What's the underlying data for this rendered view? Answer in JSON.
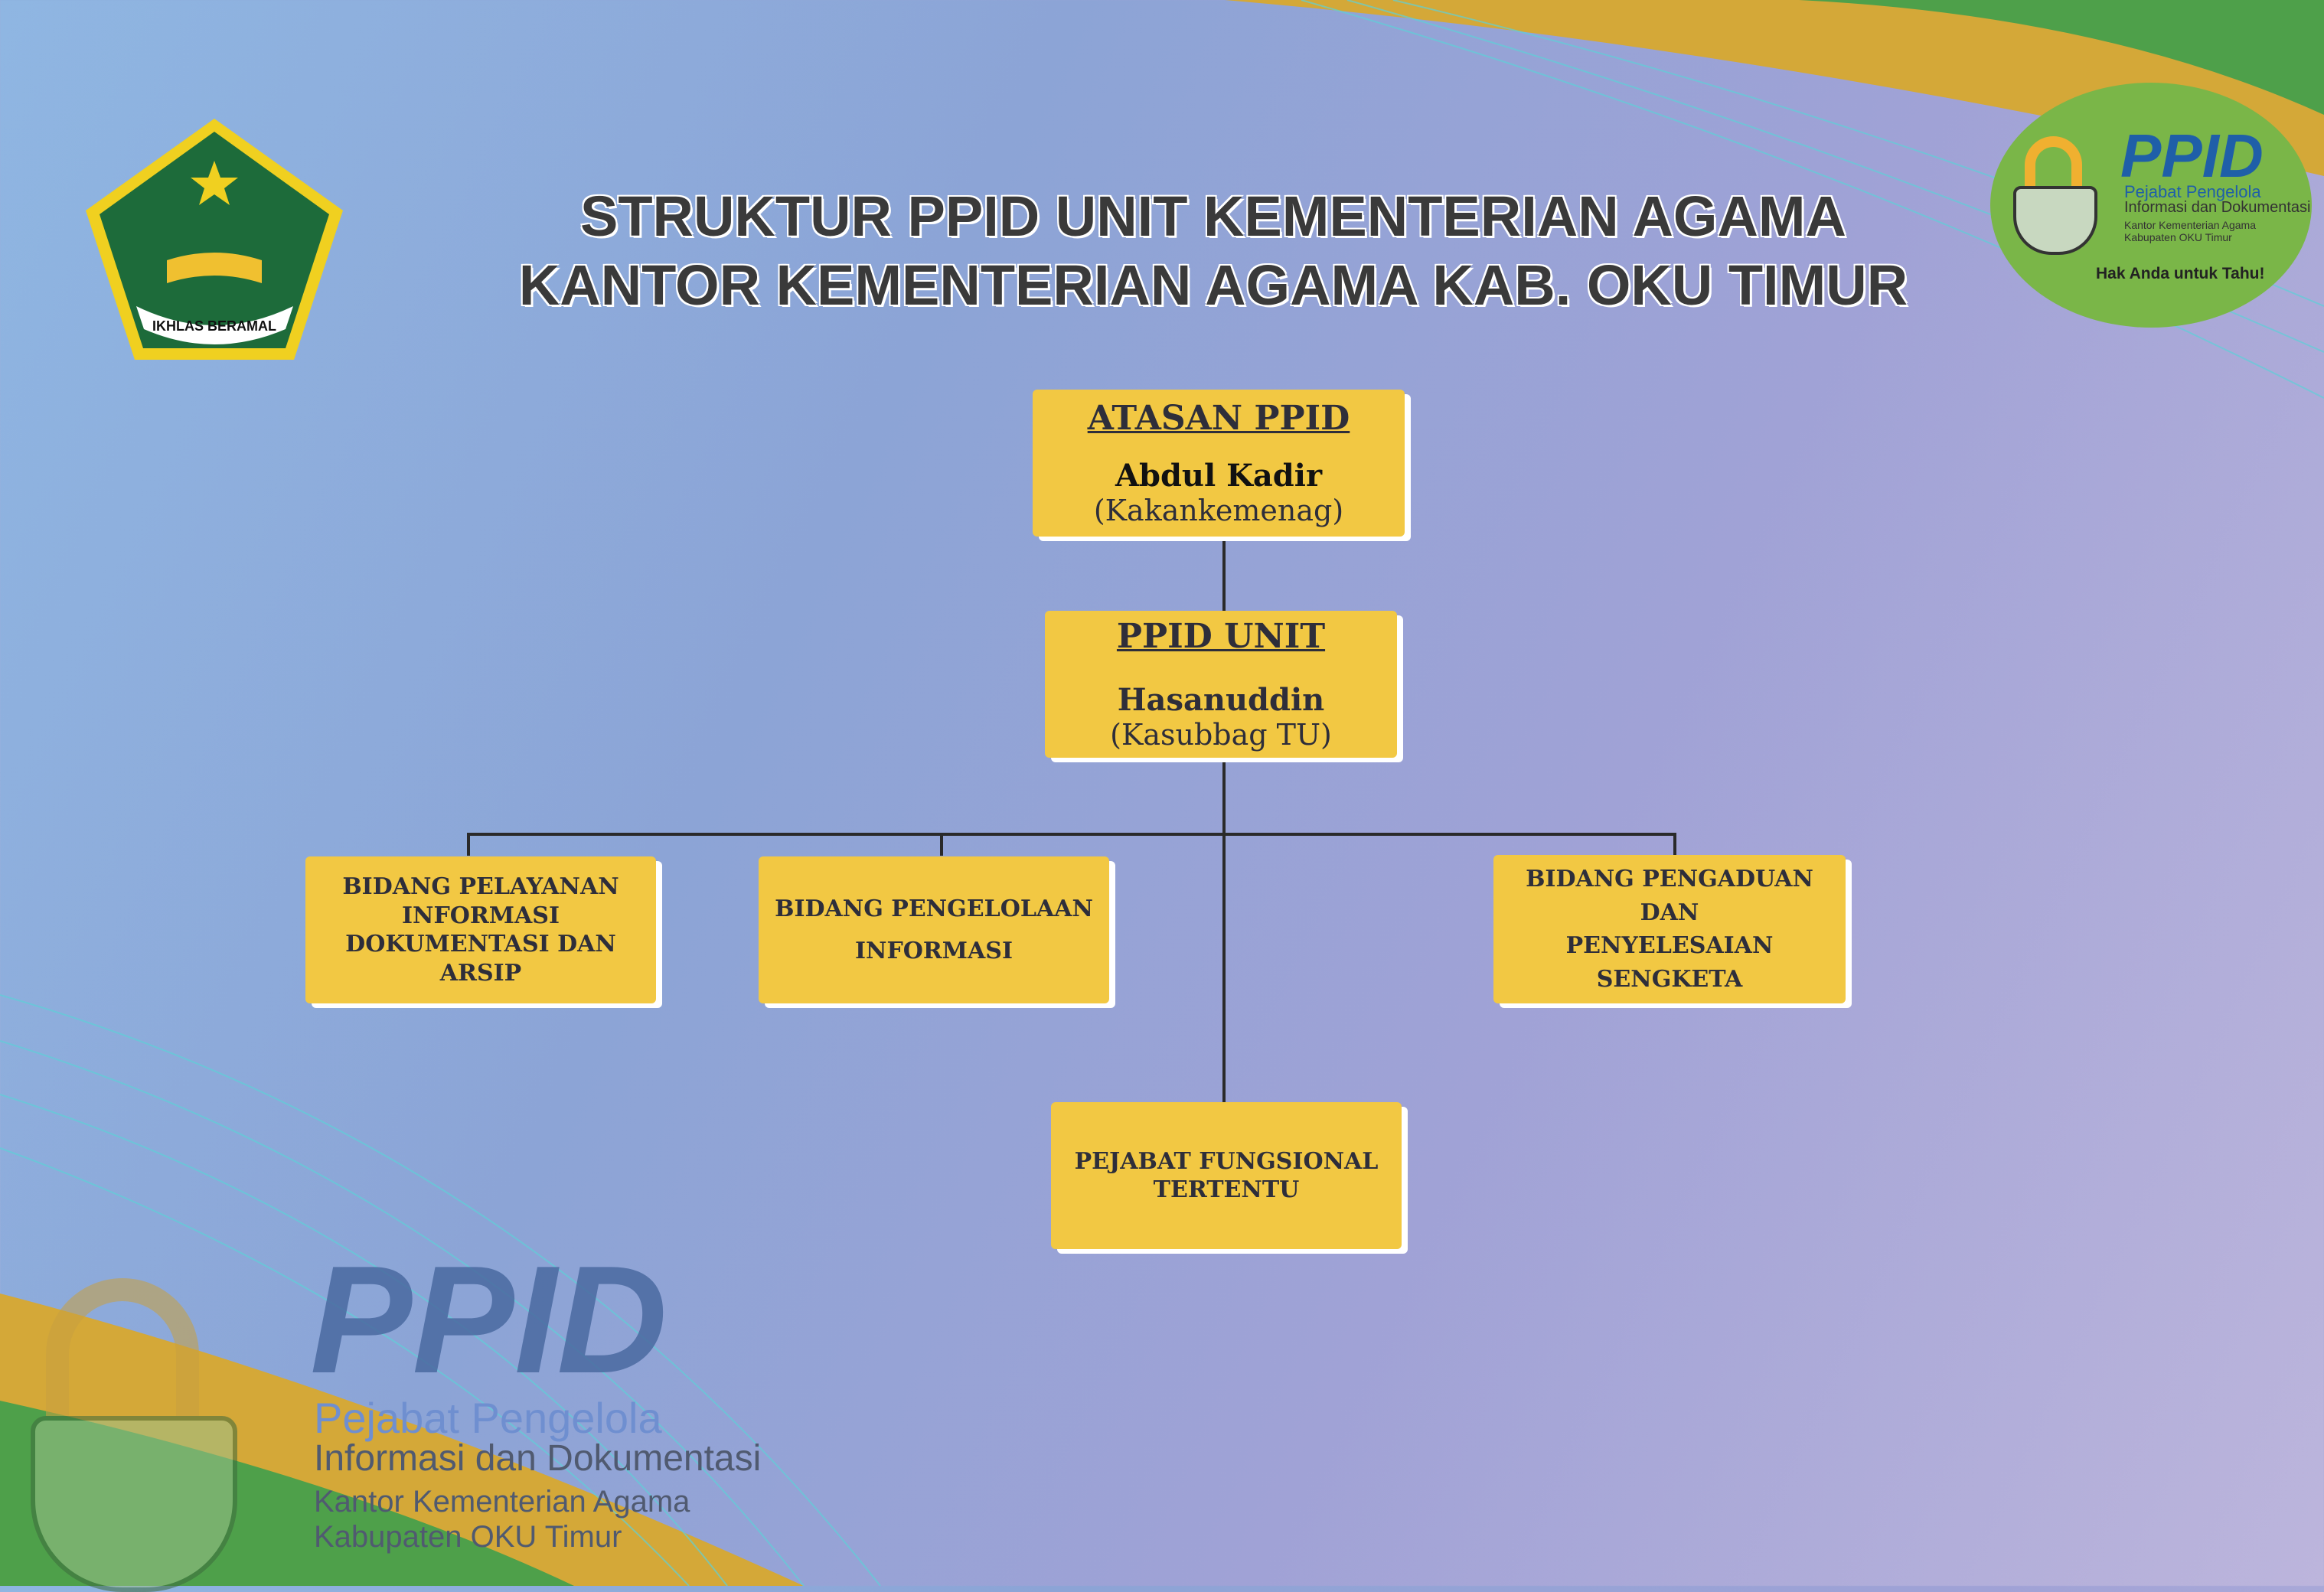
{
  "title": {
    "line1": "STRUKTUR PPID UNIT KEMENTERIAN AGAMA",
    "line2": "KANTOR KEMENTERIAN AGAMA KAB. OKU TIMUR"
  },
  "emblem": {
    "motto": "IKHLAS BERAMAL"
  },
  "badge": {
    "logo": "PPID",
    "line1": "Pejabat Pengelola",
    "line2": "Informasi dan Dokumentasi",
    "line3": "Kantor Kementerian Agama",
    "line4": "Kabupaten OKU Timur",
    "slogan": "Hak Anda untuk Tahu!"
  },
  "org": {
    "atasan": {
      "heading": "ATASAN PPID",
      "name": "Abdul Kadir",
      "role": "(Kakankemenag)"
    },
    "unit": {
      "heading": "PPID UNIT",
      "name": "Hasanuddin",
      "role": "(Kasubbag TU)"
    },
    "bidang1": {
      "lines": [
        "BIDANG PELAYANAN",
        "INFORMASI",
        "DOKUMENTASI DAN ARSIP"
      ]
    },
    "bidang2": {
      "lines": [
        "BIDANG PENGELOLAAN",
        "INFORMASI"
      ]
    },
    "bidang3": {
      "lines": [
        "BIDANG PENGADUAN",
        "DAN",
        "PENYELESAIAN SENGKETA"
      ]
    },
    "fungsional": {
      "lines": [
        "PEJABAT FUNGSIONAL",
        "TERTENTU"
      ]
    }
  },
  "footer_logo": {
    "logo": "PPID",
    "line1": "Pejabat Pengelola",
    "line2": "Informasi dan Dokumentasi",
    "line3": "Kantor Kementerian Agama",
    "line4": "Kabupaten OKU Timur"
  },
  "colors": {
    "box": "#f2c843",
    "green": "#7ab648",
    "gold": "#d4a838",
    "blue": "#1f5fa8"
  }
}
